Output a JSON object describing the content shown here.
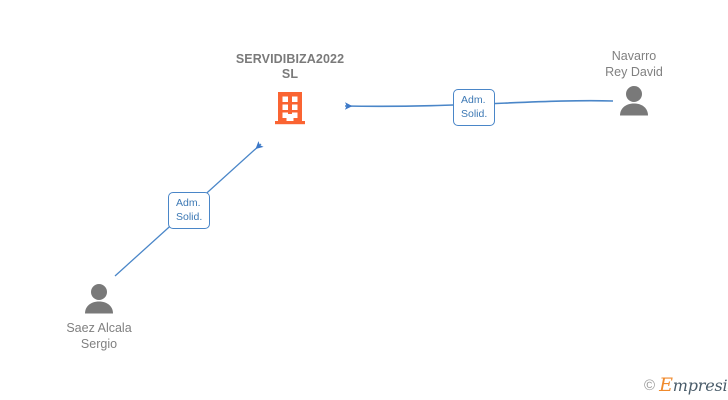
{
  "diagram": {
    "background_color": "#ffffff",
    "company": {
      "name_line1": "SERVIDIBIZA2022",
      "name_line2": "SL",
      "icon": "building-icon",
      "icon_color": "#fa6432"
    },
    "persons": [
      {
        "id": "navarro-rey-david",
        "name_line1": "Navarro",
        "name_line2": "Rey David",
        "icon": "person-icon",
        "icon_color": "#797979",
        "position": "right"
      },
      {
        "id": "saez-alcala-sergio",
        "name_line1": "Saez Alcala",
        "name_line2": "Sergio",
        "icon": "person-icon",
        "icon_color": "#797979",
        "position": "bottom-left"
      }
    ],
    "relations": [
      {
        "id": "navarro-to-company",
        "label_line1": "Adm.",
        "label_line2": "Solid.",
        "from": "navarro-rey-david",
        "to": "company",
        "edge_color": "#4a86c8"
      },
      {
        "id": "saez-to-company",
        "label_line1": "Adm.",
        "label_line2": "Solid.",
        "from": "saez-alcala-sergio",
        "to": "company",
        "edge_color": "#4a86c8"
      }
    ],
    "watermark": {
      "copyright": "©",
      "brand_initial": "E",
      "brand_rest": "mpresia"
    }
  }
}
